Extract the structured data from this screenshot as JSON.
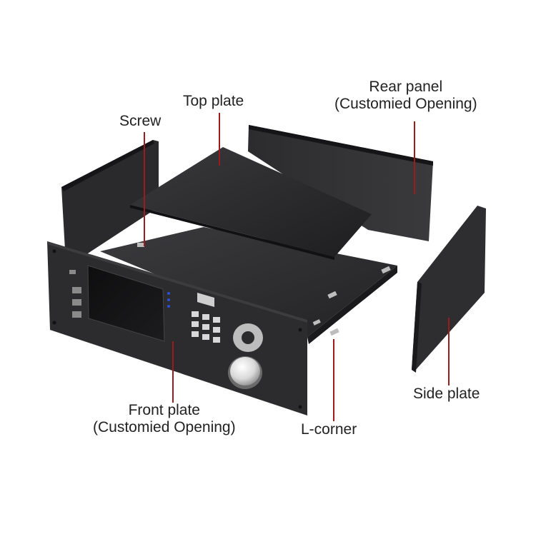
{
  "labels": {
    "screw": "Screw",
    "top_plate": "Top plate",
    "rear_panel_line1": "Rear panel",
    "rear_panel_line2": "(Customied Opening)",
    "front_plate_line1": "Front plate",
    "front_plate_line2": "(Customied Opening)",
    "l_corner": "L-corner",
    "side_plate": "Side plate"
  },
  "colors": {
    "leader_line": "#9b1c1c",
    "panel_dark": "#2a2a2c",
    "panel_edge": "#151517",
    "accent_led": "#2b4fd6"
  }
}
